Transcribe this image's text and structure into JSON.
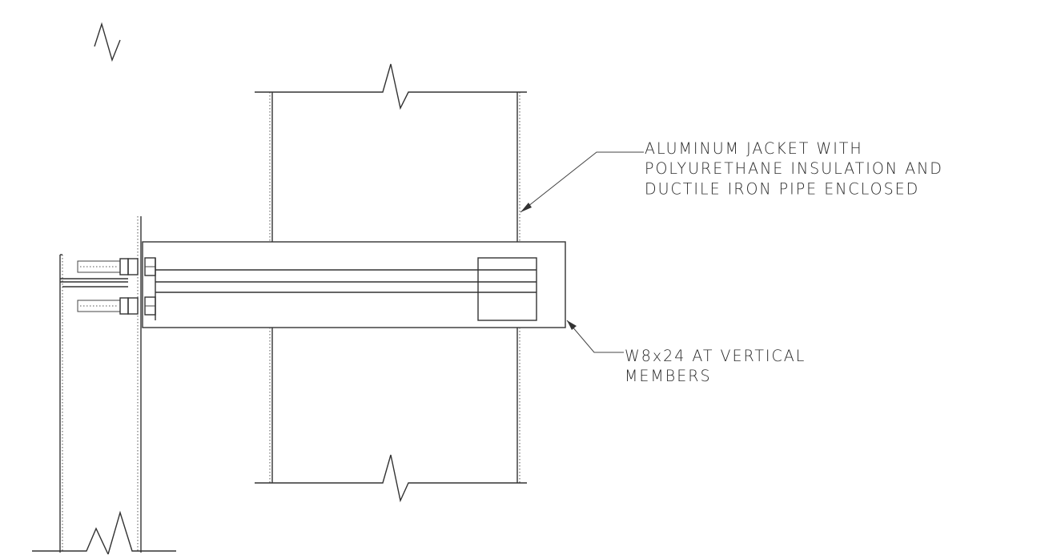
{
  "callouts": {
    "jacket": {
      "line1": "ALUMINUM JACKET WITH",
      "line2": "POLYURETHANE INSULATION AND",
      "line3": "DUCTILE IRON PIPE ENCLOSED"
    },
    "beam": {
      "line1": "W8x24 AT VERTICAL",
      "line2": "MEMBERS"
    }
  },
  "colors": {
    "ink": "#333333",
    "background": "#ffffff"
  }
}
